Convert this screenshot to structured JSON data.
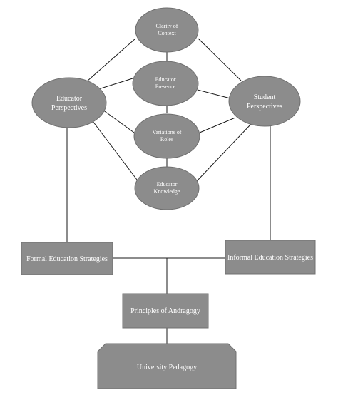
{
  "diagram": {
    "nodes": {
      "clarity": {
        "lines": [
          "Clarity of",
          "Context"
        ]
      },
      "presence": {
        "lines": [
          "Educator",
          "Presence"
        ]
      },
      "educator_persp": {
        "lines": [
          "Educator",
          "Perspectives"
        ]
      },
      "student_persp": {
        "lines": [
          "Student",
          "Perspectives"
        ]
      },
      "variations": {
        "lines": [
          "Variations of",
          "Roles"
        ]
      },
      "knowledge": {
        "lines": [
          "Educator",
          "Knowledge"
        ]
      },
      "formal": {
        "label": "Formal Education Strategies"
      },
      "informal": {
        "label": "Informal Education Strategies"
      },
      "andragogy": {
        "label": "Principles of Andragogy"
      },
      "pedagogy": {
        "label": "University Pedagogy"
      }
    }
  }
}
